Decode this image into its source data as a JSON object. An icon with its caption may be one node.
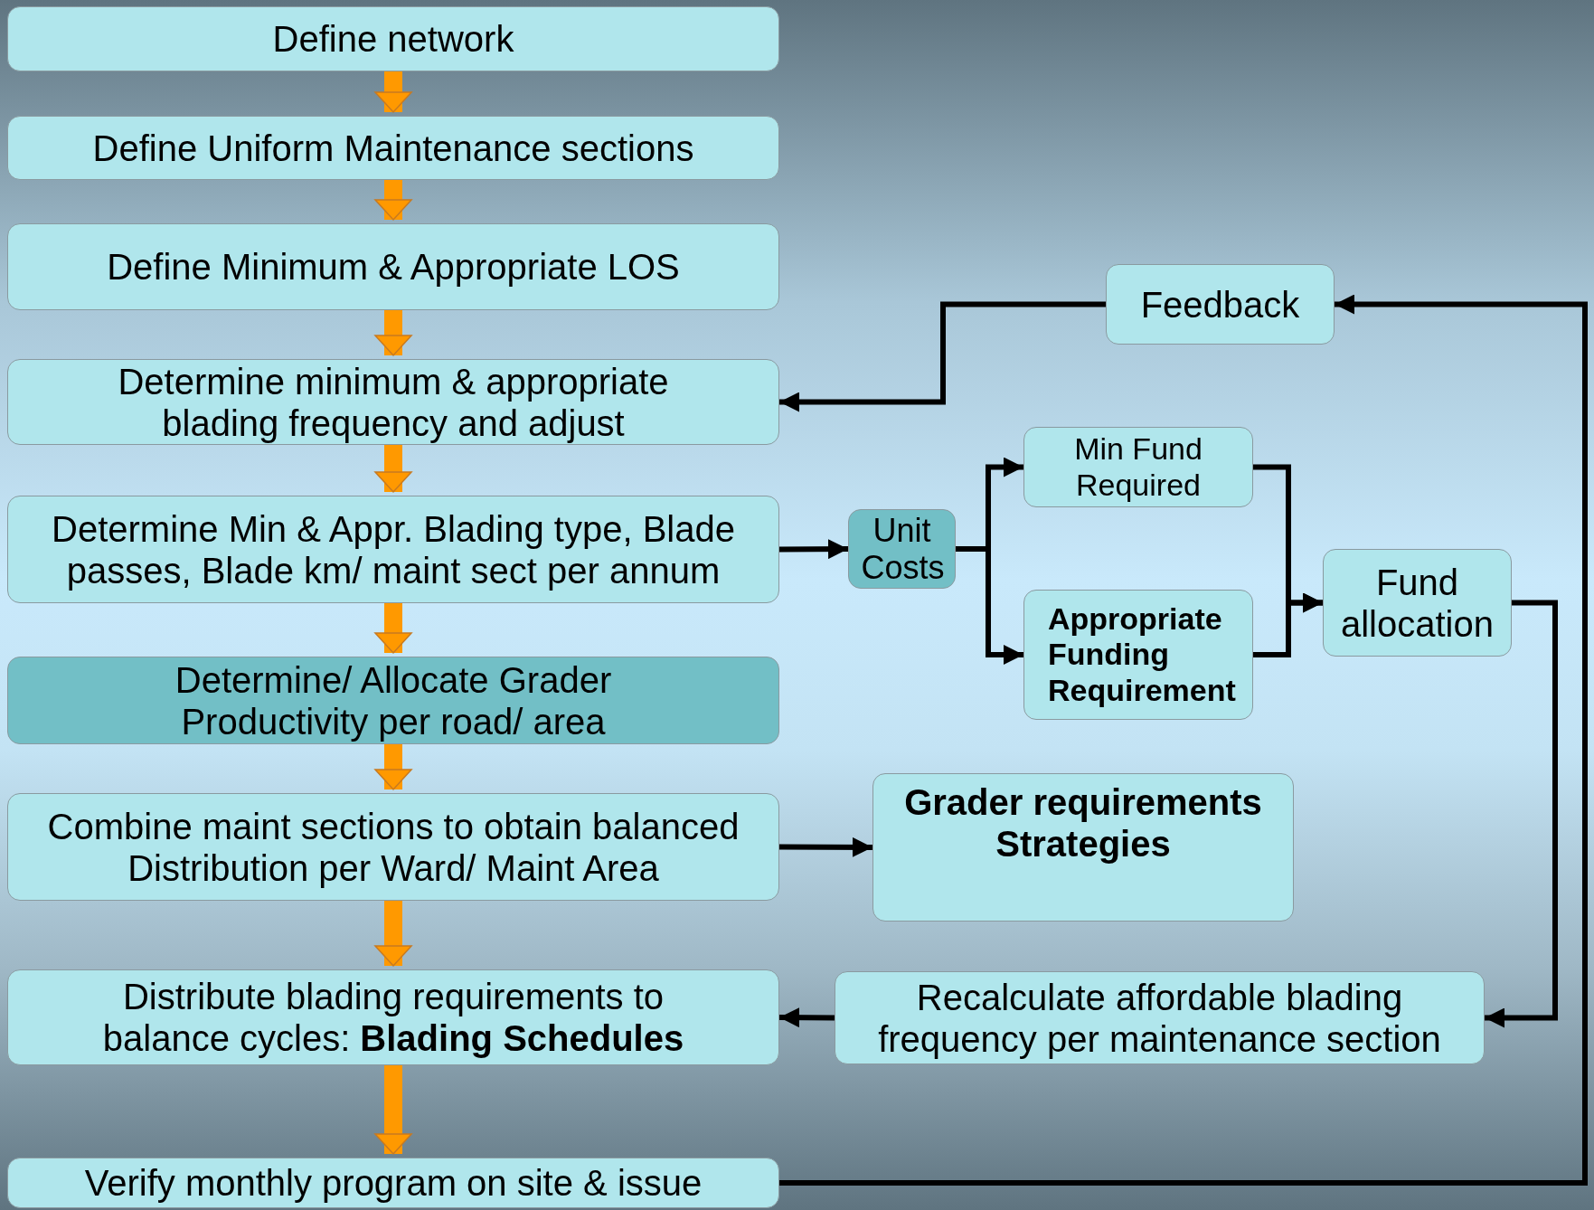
{
  "diagram": {
    "nodes": [
      {
        "text": [
          "Define network"
        ]
      },
      {
        "text": [
          "Define Uniform Maintenance sections"
        ]
      },
      {
        "text": [
          "Define Minimum & Appropriate LOS"
        ]
      },
      {
        "text": [
          "Determine minimum & appropriate blading frequency and adjust"
        ]
      },
      {
        "text": [
          "Determine Min & Appr. Blading type, Blade passes, Blade km/ maint sect per annum"
        ]
      },
      {
        "text": [
          "Determine/ Allocate Grader Productivity per road/ area"
        ]
      },
      {
        "text": [
          "Combine maint sections to obtain balanced Distribution per Ward/ Maint Area"
        ]
      },
      {
        "text": [
          "Distribute blading requirements to balance cycles: **Blading Schedules**"
        ]
      },
      {
        "text": [
          "Verify monthly program on site & issue"
        ]
      },
      {
        "text": [
          "Feedback"
        ]
      },
      {
        "text": [
          "Unit Costs"
        ]
      },
      {
        "text": [
          "Min Fund Required"
        ]
      },
      {
        "text": [
          "Appropriate Funding Requirement"
        ]
      },
      {
        "text": [
          "Fund allocation"
        ]
      },
      {
        "text": [
          "Grader requirements Strategies"
        ]
      },
      {
        "text": [
          "Recalculate affordable blading frequency per maintenance section"
        ]
      }
    ],
    "edges": [
      {
        "from": 0,
        "to": 1,
        "arrow": "to",
        "style": "thick",
        "color": "#ff9900"
      },
      {
        "from": 1,
        "to": 2,
        "arrow": "to",
        "style": "thick",
        "color": "#ff9900"
      },
      {
        "from": 2,
        "to": 3,
        "arrow": "to",
        "style": "thick",
        "color": "#ff9900"
      },
      {
        "from": 3,
        "to": 4,
        "arrow": "to",
        "style": "thick",
        "color": "#ff9900"
      },
      {
        "from": 4,
        "to": 5,
        "arrow": "to",
        "style": "thick",
        "color": "#ff9900"
      },
      {
        "from": 5,
        "to": 6,
        "arrow": "to",
        "style": "thick",
        "color": "#ff9900"
      },
      {
        "from": 6,
        "to": 7,
        "arrow": "to",
        "style": "thick",
        "color": "#ff9900"
      },
      {
        "from": 7,
        "to": 8,
        "arrow": "to",
        "style": "thick",
        "color": "#ff9900"
      },
      {
        "from": 9,
        "to": 3,
        "arrow": "to"
      },
      {
        "from": 4,
        "to": 10,
        "arrow": "to"
      },
      {
        "from": 10,
        "to": 11,
        "arrow": "to"
      },
      {
        "from": 10,
        "to": 12,
        "arrow": "to"
      },
      {
        "from": 11,
        "to": 13,
        "arrow": "to"
      },
      {
        "from": 12,
        "to": 13,
        "arrow": "to"
      },
      {
        "from": 13,
        "to": 15,
        "arrow": "to"
      },
      {
        "from": 15,
        "to": 7,
        "arrow": "to"
      },
      {
        "from": 8,
        "to": 9,
        "arrow": "to"
      },
      {
        "from": 6,
        "to": 14,
        "arrow": "to"
      }
    ]
  }
}
